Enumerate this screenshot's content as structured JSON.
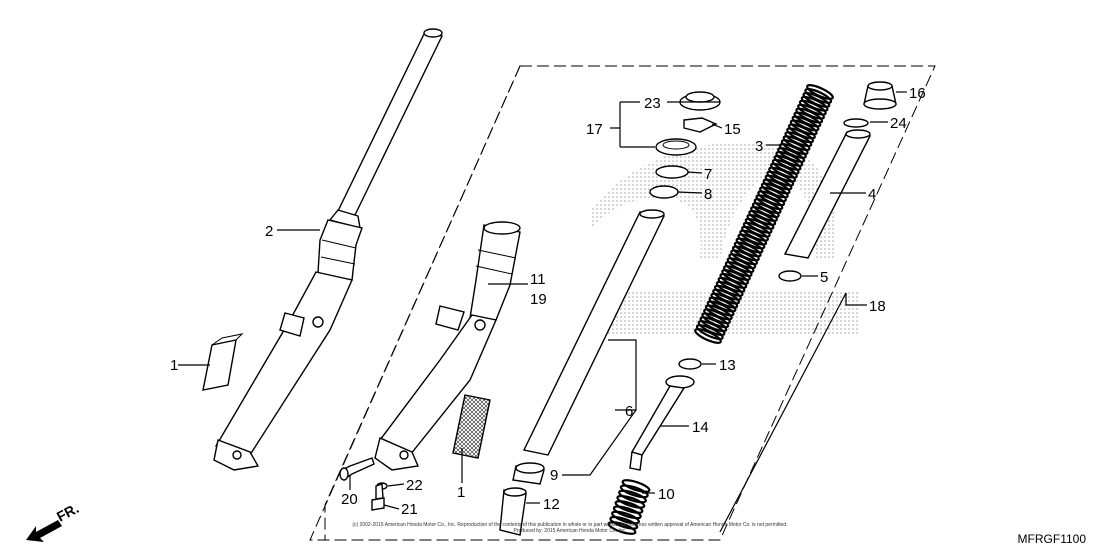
{
  "diagram": {
    "callouts": [
      "1",
      "2",
      "1",
      "11",
      "19",
      "20",
      "22",
      "21",
      "23",
      "17",
      "15",
      "7",
      "8",
      "6",
      "9",
      "12",
      "3",
      "5",
      "4",
      "16",
      "24",
      "18",
      "13",
      "14",
      "10"
    ],
    "footer_code": "MFRGF1100",
    "direction_label": "FR.",
    "copyright_line1": "(c) 2002-2015 American Honda Motor Co., Inc. Reproduction of the contents of this publication in whole or in part without the express written approval of American Honda Motor Co. is not permitted.",
    "copyright_line2": "Produced by: 2015 American Honda Motor Co. Inc."
  }
}
